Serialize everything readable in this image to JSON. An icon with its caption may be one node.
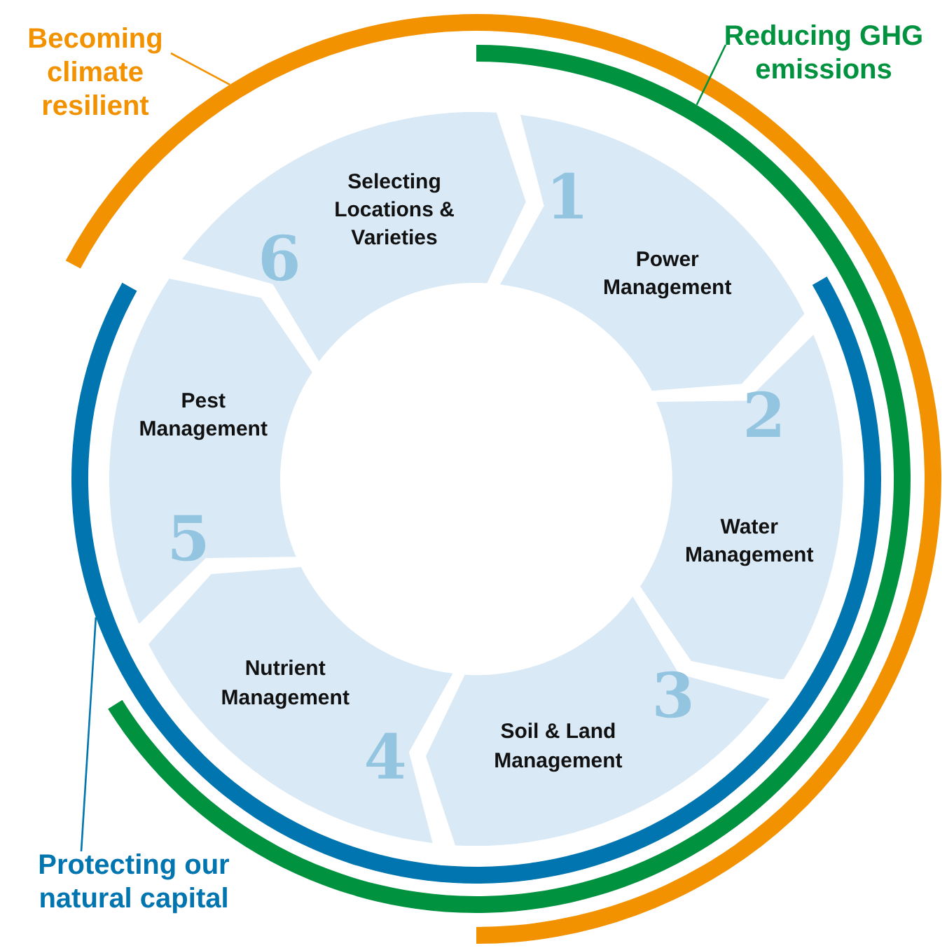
{
  "diagram": {
    "nodes": [
      {
        "text": [
          "1",
          "Power Management"
        ]
      },
      {
        "text": [
          "2",
          "Water Management"
        ]
      },
      {
        "text": [
          "3",
          "Soil & Land Management"
        ]
      },
      {
        "text": [
          "Nutrient Management",
          "4"
        ]
      },
      {
        "text": [
          "Pest Management",
          "5"
        ]
      },
      {
        "text": [
          "Selecting Locations & Varieties",
          "6"
        ]
      },
      {
        "text": [
          "Becoming climate resilient"
        ]
      },
      {
        "text": [],
        "shape": "arc"
      },
      {
        "text": [
          "Reducing GHG emissions"
        ]
      },
      {
        "text": [],
        "shape": "arc"
      },
      {
        "text": [
          "Protecting our natural capital"
        ]
      },
      {
        "text": [],
        "shape": "arc"
      }
    ],
    "edges": [
      {
        "from": 6,
        "to": 7,
        "arrow": "none",
        "color": "#f39200"
      },
      {
        "from": 8,
        "to": 9,
        "arrow": "none",
        "color": "#00923f"
      },
      {
        "from": 10,
        "to": 11,
        "arrow": "none",
        "color": "#0075b0"
      }
    ]
  }
}
